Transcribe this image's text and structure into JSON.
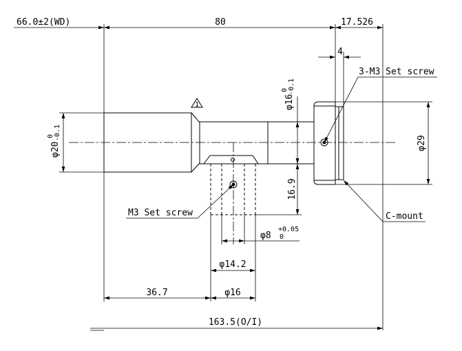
{
  "dimensions": {
    "wd": "66.0±2(WD)",
    "length_80": "80",
    "mount_offset": "17.526",
    "flange_4": "4",
    "dia_20": "φ20",
    "tol_20_upper": "0",
    "tol_20_lower": "-0.1",
    "dia_16_top": "φ16",
    "tol_16_upper": "0",
    "tol_16_lower": "-0.1",
    "dia_29": "φ29",
    "h_16_9": "16.9",
    "dia_8": "φ8",
    "tol_8_upper": "+0.05",
    "tol_8_lower": "0",
    "dia_14_2": "φ14.2",
    "dia_16_bottom": "φ16",
    "len_36_7": "36.7",
    "total_163_5": "163.5(O/I)"
  },
  "callouts": {
    "set_screw_3": "3-M3 Set screw",
    "set_screw_m3": "M3 Set screw",
    "c_mount": "C-mount",
    "revision_mark": "1"
  }
}
